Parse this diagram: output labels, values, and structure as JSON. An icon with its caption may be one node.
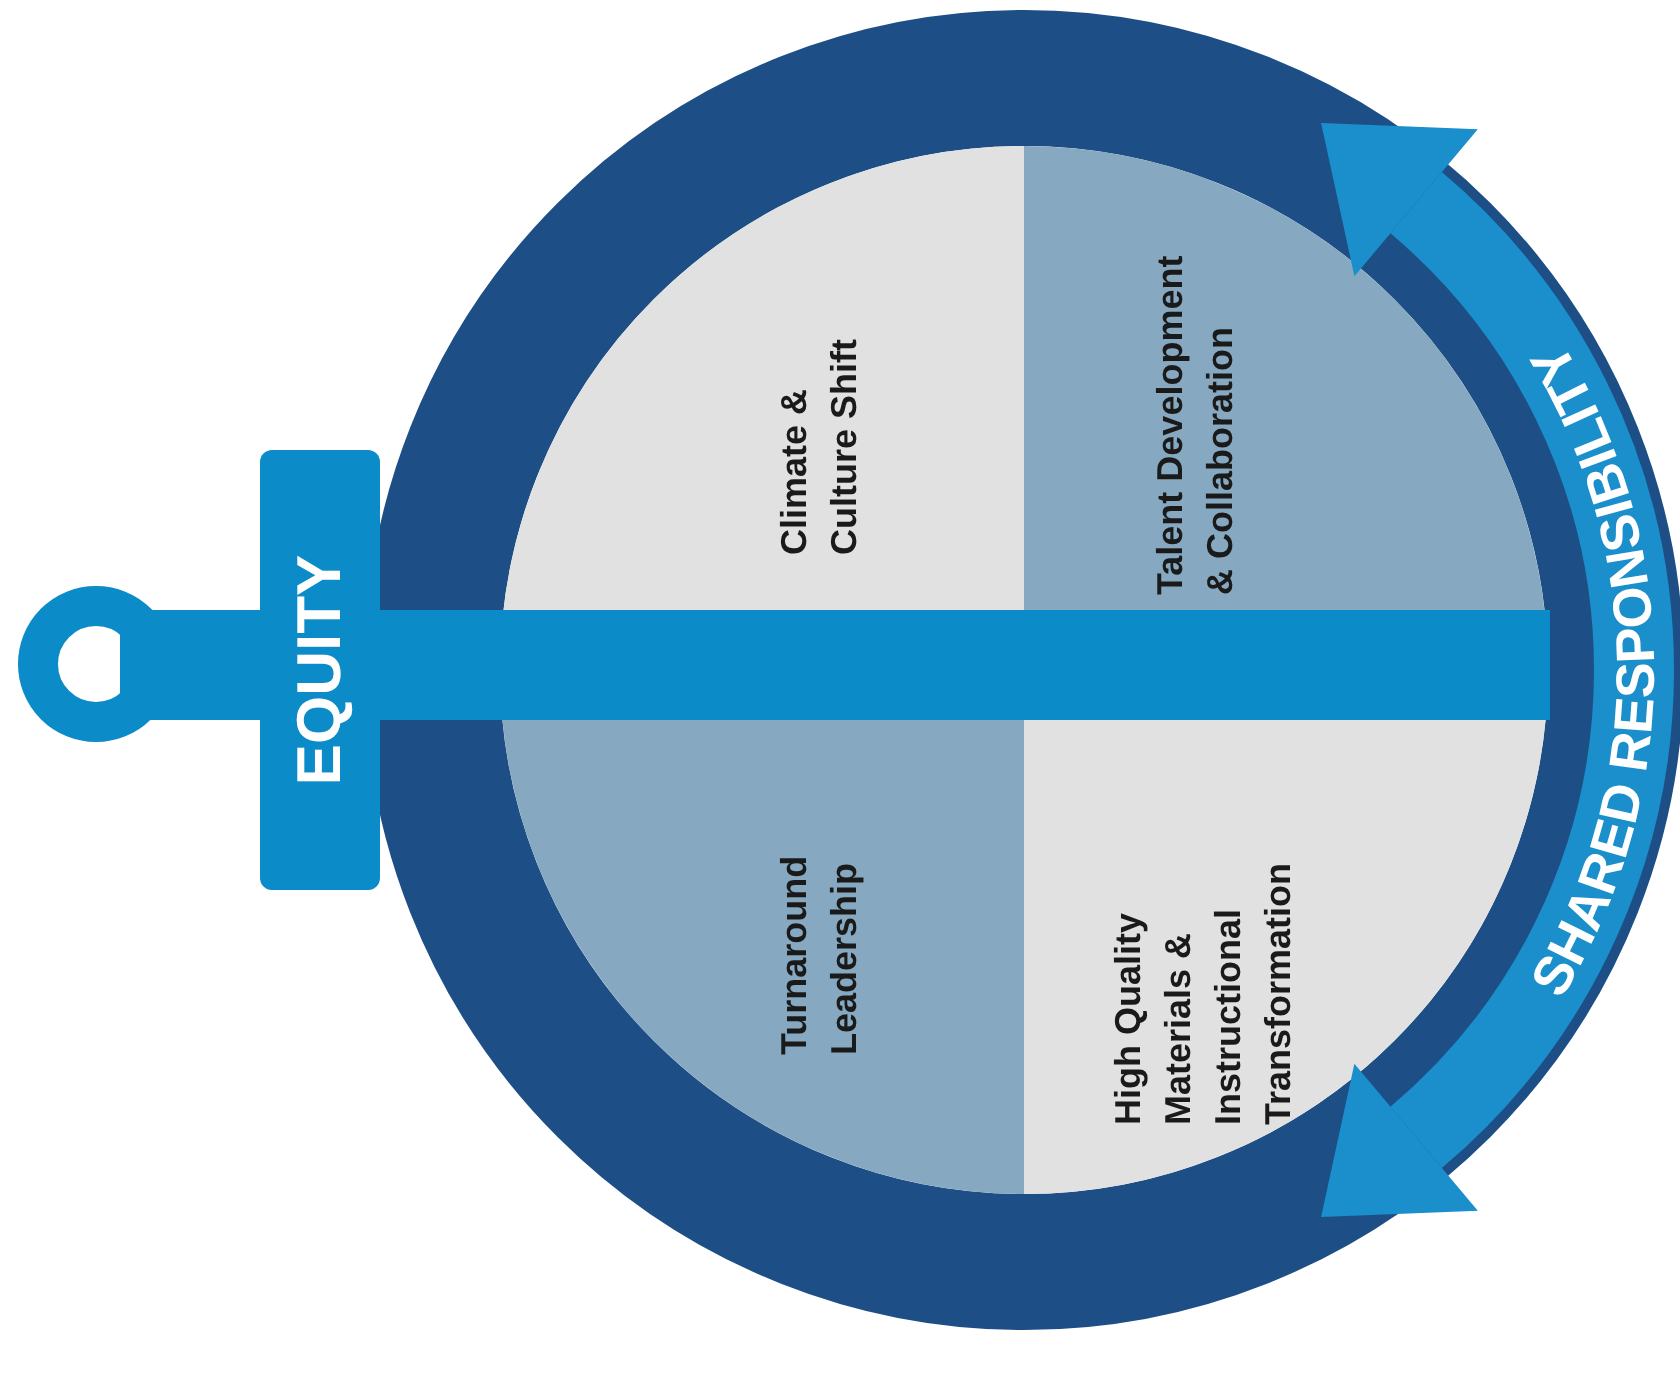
{
  "diagram": {
    "nodes": [
      {
        "text": [
          "EQUITY"
        ]
      },
      {
        "text": [],
        "shape": "circle"
      },
      {
        "text": [
          "Climate & Culture Shift"
        ],
        "in": 1
      },
      {
        "text": [
          "Talent Development & Collaboration"
        ],
        "in": 1
      },
      {
        "text": [
          "Turnaround Leadership"
        ],
        "in": 1
      },
      {
        "text": [
          "High Quality Materials & Instructional Transformation"
        ],
        "in": 1
      },
      {
        "text": [
          "SHARED RESPONSIBILITY"
        ]
      }
    ]
  }
}
